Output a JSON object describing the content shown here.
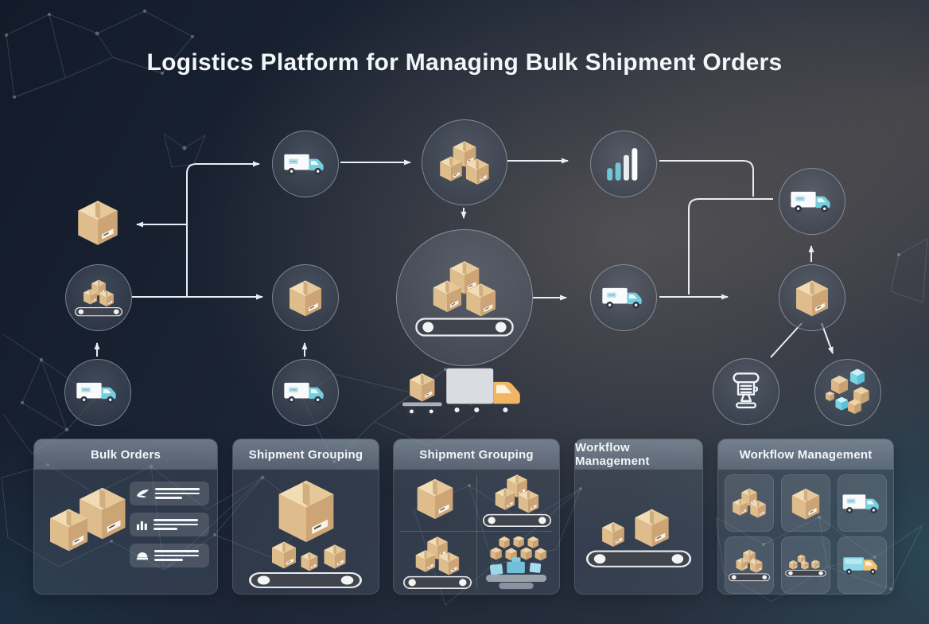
{
  "title": "Logistics Platform for Managing Bulk Shipment Orders",
  "colors": {
    "background_navy": "#1b2433",
    "accent_teal": "#74cede",
    "box_tan": "#dfbc8c",
    "connector_line": "#e8eef5",
    "panel_header": "#8d9aa9"
  },
  "flow": {
    "nodes": [
      {
        "id": "single-box-left",
        "icon": "box-icon"
      },
      {
        "id": "conveyor-boxes-left",
        "icon": "conveyor-boxes-icon"
      },
      {
        "id": "delivery-truck-bottom-left",
        "icon": "truck-icon"
      },
      {
        "id": "delivery-truck-top",
        "icon": "truck-icon"
      },
      {
        "id": "single-box-mid",
        "icon": "box-icon"
      },
      {
        "id": "delivery-truck-mid-bottom",
        "icon": "truck-icon"
      },
      {
        "id": "box-stack-top",
        "icon": "boxes-stack-icon"
      },
      {
        "id": "sorting-center-hub",
        "icon": "conveyor-boxes-icon"
      },
      {
        "id": "analytics",
        "icon": "bar-chart-icon"
      },
      {
        "id": "delivery-truck-mid-right",
        "icon": "truck-icon"
      },
      {
        "id": "delivery-truck-top-right",
        "icon": "truck-icon"
      },
      {
        "id": "single-box-right",
        "icon": "box-icon"
      },
      {
        "id": "manifest-scroll",
        "icon": "scroll-icon"
      },
      {
        "id": "scattered-cubes",
        "icon": "cubes-icon"
      },
      {
        "id": "loading-dock-truck",
        "icon": "dolly-truck-icon"
      }
    ]
  },
  "panels": [
    {
      "title": "Bulk Orders",
      "items": [
        {
          "icon": "quill-icon"
        },
        {
          "icon": "mini-bar-chart-icon"
        },
        {
          "icon": "dome-icon"
        }
      ]
    },
    {
      "title": "Shipment Grouping"
    },
    {
      "title": "Shipment Grouping"
    },
    {
      "title": "Workflow Management"
    },
    {
      "title": "Workflow Management"
    }
  ]
}
